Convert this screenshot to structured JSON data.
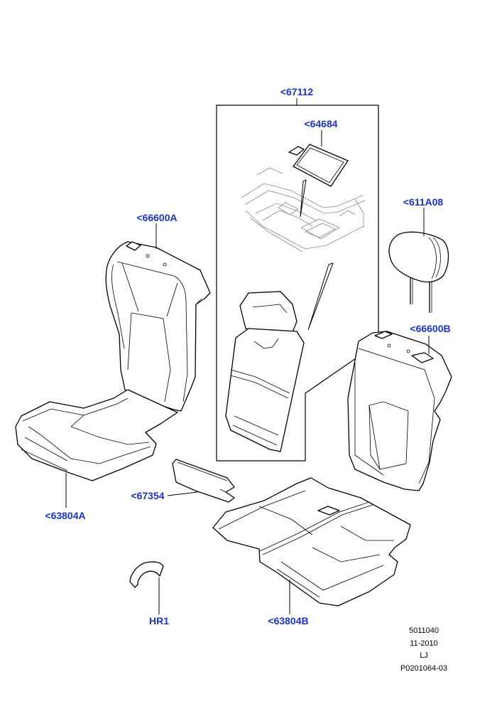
{
  "callouts": {
    "c67112": "<67112",
    "c64684": "<64684",
    "c611a08": "<611A08",
    "c66600a": "<66600A",
    "c66600b": "<66600B",
    "c63804a": "<63804A",
    "c67354": "<67354",
    "c63804b": "<63804B",
    "chr1": "HR1"
  },
  "meta": {
    "line1": "5011040",
    "line2": "11-2010",
    "line3": "LJ",
    "line4": "P0201064-03"
  },
  "colors": {
    "callout": "#1a33cc",
    "line": "#000000",
    "ghost": "#8a8a8a"
  }
}
